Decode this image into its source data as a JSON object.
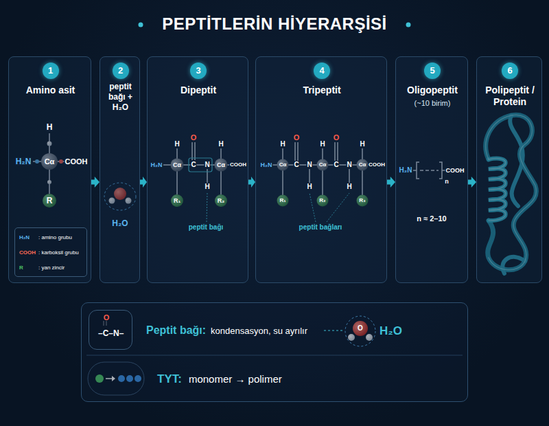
{
  "diagram": {
    "title": "PEPTİTLERİN HİYERARŞİSİ",
    "nodes": [
      {
        "text": [
          "Amino asit"
        ]
      },
      {
        "text": [
          "1"
        ],
        "in": 0
      },
      {
        "text": [
          "H₂N",
          ": amino grubu",
          "COOH",
          ": karboksil grubu",
          "R",
          ": yan zincir"
        ],
        "in": 0
      },
      {
        "text": [
          "peptit bağı + H₂O"
        ]
      },
      {
        "text": [
          "2"
        ],
        "in": 3
      },
      {
        "text": [
          "Dipeptit"
        ]
      },
      {
        "text": [
          "3"
        ],
        "in": 5
      },
      {
        "text": [
          "Tripeptit"
        ]
      },
      {
        "text": [
          "4"
        ],
        "in": 7
      },
      {
        "text": [
          "Oligopeptit",
          "(~10 birim)"
        ]
      },
      {
        "text": [
          "5"
        ],
        "in": 9
      },
      {
        "text": [
          "Polipeptit / Protein"
        ]
      },
      {
        "text": [
          "6"
        ],
        "in": 11
      },
      {
        "text": [
          "Peptit bağı:",
          "kondensasyon, su ayrılır",
          "H₂O",
          "TYT:",
          "monomer → polimer"
        ]
      },
      {
        "text": [
          "O",
          "–C–N–"
        ],
        "in": 13
      }
    ],
    "edges": [
      {
        "from": 0,
        "to": 3,
        "arrow": "to"
      },
      {
        "from": 3,
        "to": 5,
        "arrow": "to"
      },
      {
        "from": 5,
        "to": 7,
        "arrow": "to"
      },
      {
        "from": 7,
        "to": 9,
        "arrow": "to"
      },
      {
        "from": 9,
        "to": 11,
        "arrow": "to"
      }
    ],
    "labels": [
      "H",
      "H₂N",
      "Cα",
      "COOH",
      "R",
      "H₂O",
      "H",
      "H₂N",
      "Cα",
      "O",
      "C",
      "N",
      "H",
      "Cα",
      "COOH",
      "H",
      "R₁",
      "R₂",
      "peptit bağı",
      "H",
      "H₂N",
      "Cα",
      "O",
      "C",
      "N",
      "H",
      "H",
      "Cα",
      "O",
      "C",
      "N",
      "H",
      "H",
      "Cα",
      "COOH",
      "R₁",
      "R₂",
      "R₃",
      "peptit bağları",
      "H₂N",
      "COOH",
      "n",
      "n ≈ 2–10",
      "O"
    ]
  }
}
